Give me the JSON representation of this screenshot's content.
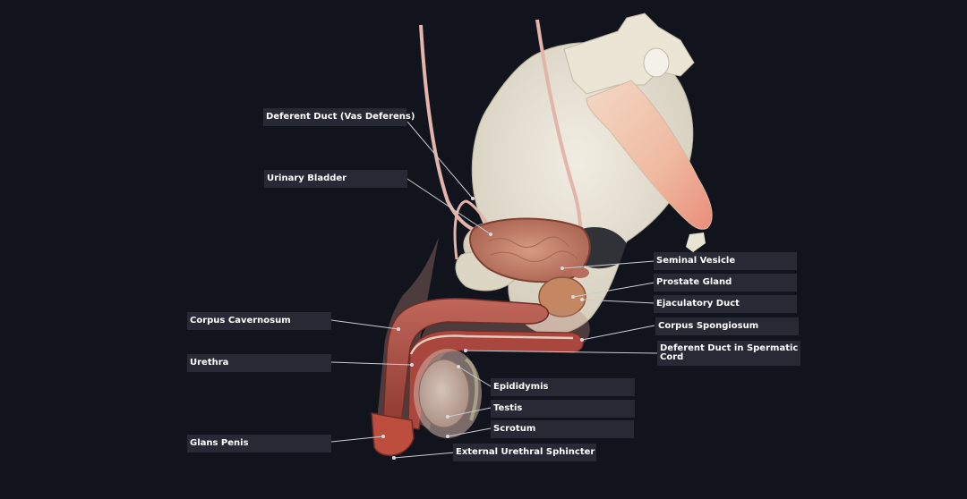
{
  "labels": {
    "deferent_duct": "Deferent Duct (Vas Deferens)",
    "urinary_bladder": "Urinary Bladder",
    "corpus_cavernosum": "Corpus Cavernosum",
    "urethra": "Urethra",
    "glans_penis": "Glans Penis",
    "seminal_vesicle": "Seminal Vesicle",
    "prostate_gland": "Prostate Gland",
    "ejaculatory_duct": "Ejaculatory Duct",
    "corpus_spongiosum": "Corpus Spongiosum",
    "deferent_duct_cord": "Deferent Duct in Spermatic Cord",
    "epididymis": "Epididymis",
    "testis": "Testis",
    "scrotum": "Scrotum",
    "external_urethral_sphincter": "External Urethral Sphincter"
  },
  "colors": {
    "background": "#12141d",
    "label_box": "#272a35",
    "bone": "#e8e3d4",
    "muscle": "#b8574e",
    "bladder": "#c98470",
    "leader_line": "#c9ccd3"
  }
}
